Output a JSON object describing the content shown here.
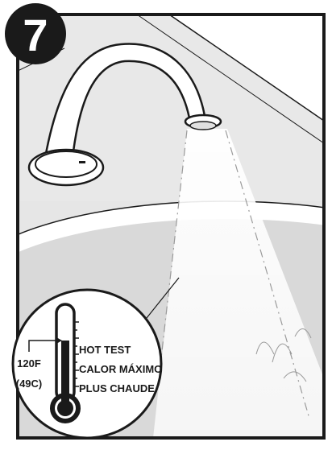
{
  "step": {
    "number": "7"
  },
  "thermometer": {
    "temperature_f": "120F",
    "temperature_c": "(49C)"
  },
  "labels": {
    "line1": "HOT TEST",
    "line2": "CALOR MÁXIMO",
    "line3": "PLUS CHAUDE"
  },
  "colors": {
    "ink": "#1a1a1a",
    "sink_gray": "#d9d9d9",
    "wall_gray": "#e6e6e6",
    "panel_gray": "#cfcfcf",
    "white": "#ffffff"
  }
}
